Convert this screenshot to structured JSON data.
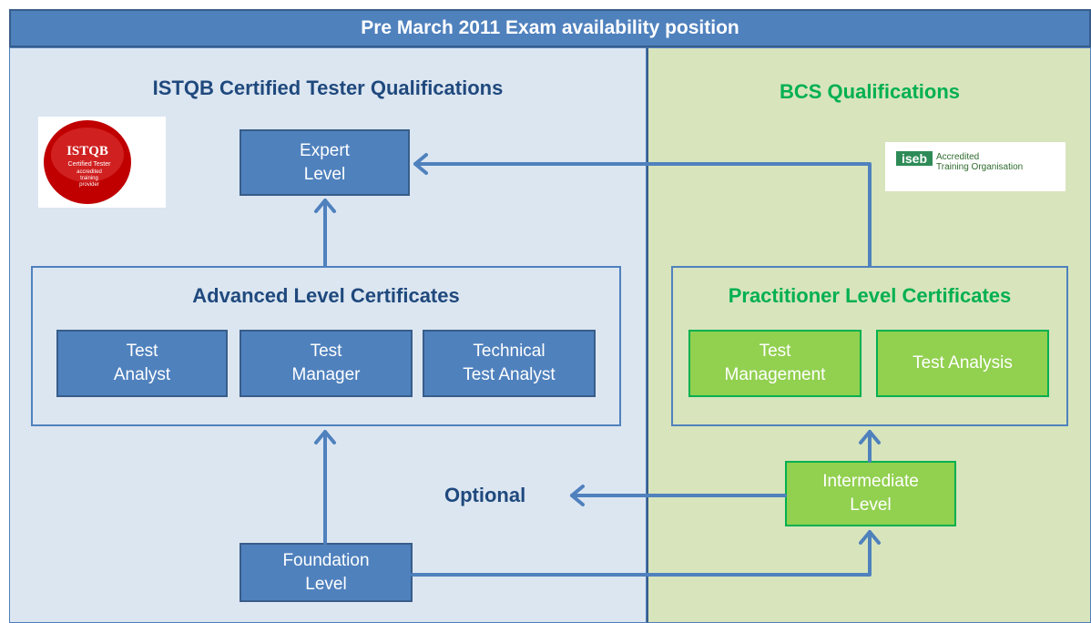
{
  "header": {
    "title": "Pre March 2011 Exam availability position"
  },
  "left": {
    "title": "ISTQB Certified Tester Qualifications",
    "logo": {
      "name": "ISTQB",
      "text1": "Certified Tester",
      "text2": "accredited",
      "text3": "training",
      "text4": "provider"
    },
    "expert": "Expert\nLevel",
    "advanced": {
      "title": "Advanced Level Certificates",
      "items": [
        "Test\nAnalyst",
        "Test\nManager",
        "Technical\nTest Analyst"
      ]
    },
    "optional": "Optional",
    "foundation": "Foundation\nLevel"
  },
  "right": {
    "title": "BCS Qualifications",
    "logo": {
      "brand": "iseb",
      "line1": "Accredited",
      "line2": "Training Organisation"
    },
    "practitioner": {
      "title": "Practitioner Level Certificates",
      "items": [
        "Test\nManagement",
        "Test Analysis"
      ]
    },
    "intermediate": "Intermediate\nLevel"
  },
  "colors": {
    "blue": "#4f81bd",
    "dark_blue": "#385d8a",
    "green": "#92d050",
    "dark_green": "#00b050",
    "text_blue": "#1f497d"
  }
}
